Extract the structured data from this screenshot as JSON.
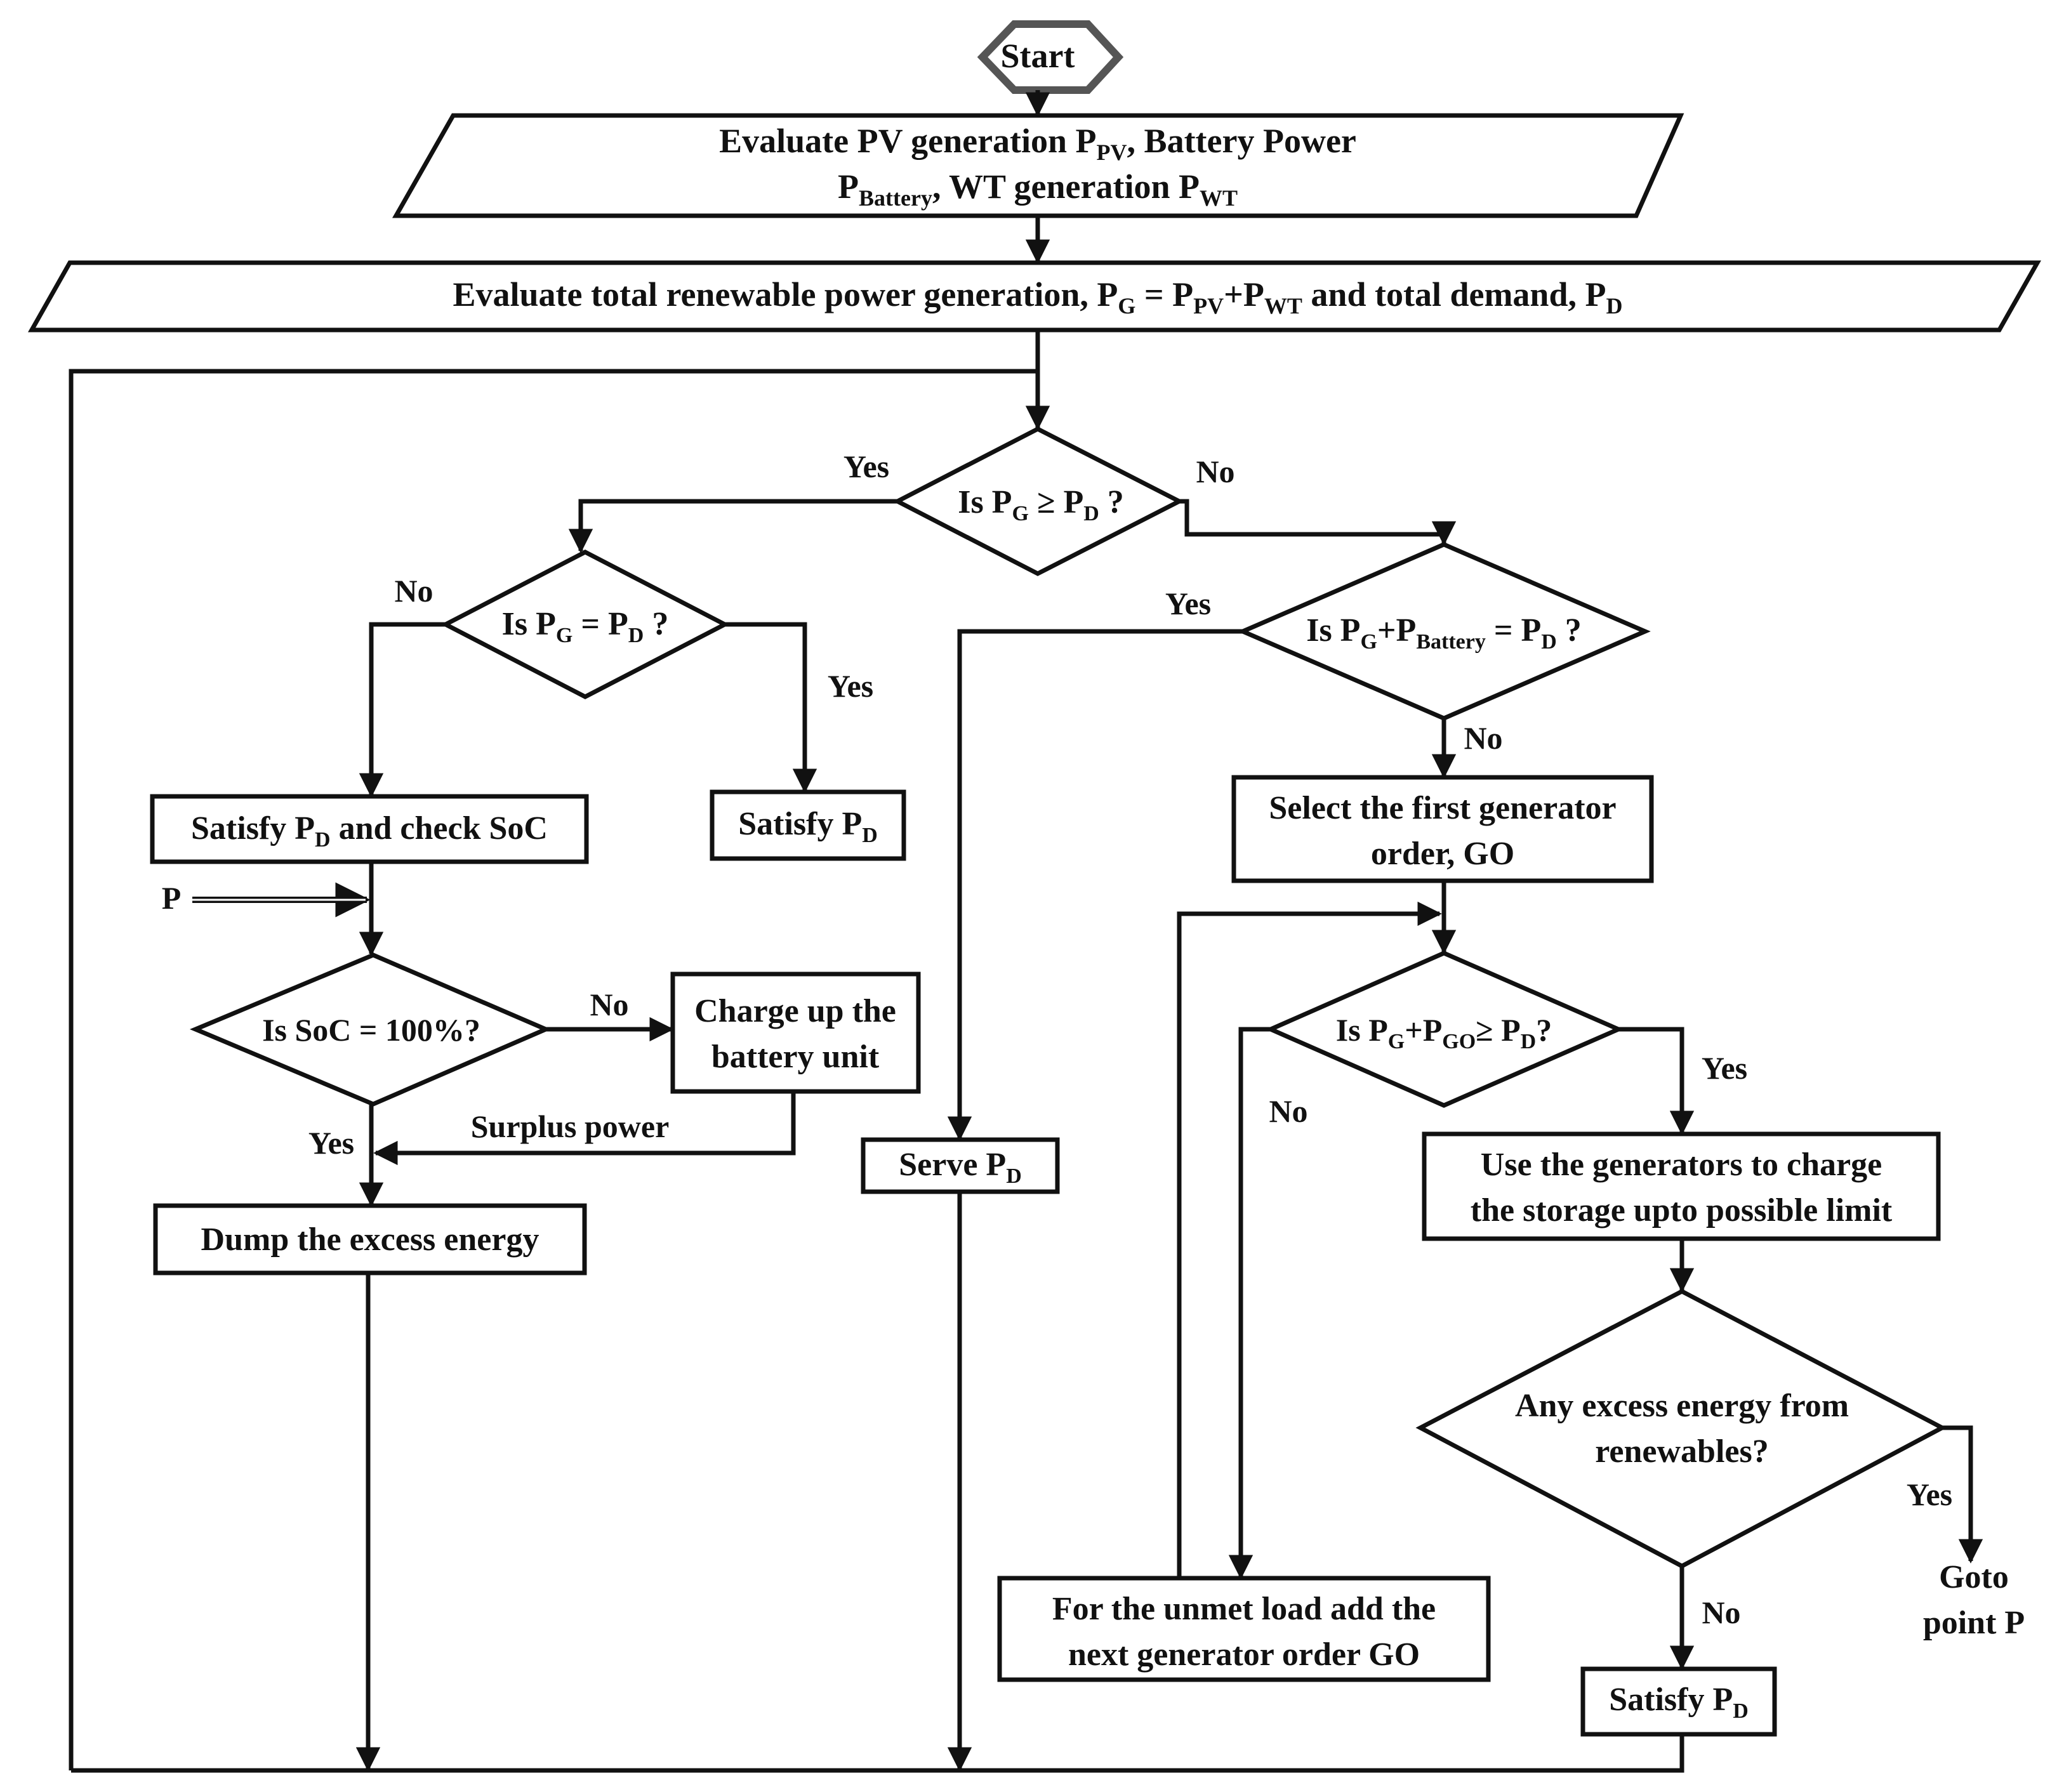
{
  "nodes": {
    "start": "Start",
    "eval_gen": {
      "l1a": "Evaluate PV generation P",
      "l1s": "PV",
      "l1b": ", Battery Power",
      "l2a": "P",
      "l2s": "Battery",
      "l2b": ", WT generation P",
      "l2s2": "WT"
    },
    "eval_total": {
      "a": "Evaluate total renewable power generation, P",
      "s1": "G",
      "b": " = P",
      "s2": "PV",
      "c": "+P",
      "s3": "WT",
      "d": " and total demand, P",
      "s4": "D"
    },
    "dec_ge": {
      "a": "Is P",
      "s1": "G",
      "b": " ≥ P",
      "s2": "D",
      "c": " ?"
    },
    "dec_eq": {
      "a": "Is P",
      "s1": "G",
      "b": " = P",
      "s2": "D",
      "c": " ?"
    },
    "dec_batt": {
      "a": "Is P",
      "s1": "G",
      "b": "+P",
      "s2": "Battery",
      "c": " = P",
      "s3": "D",
      "d": " ?"
    },
    "satisfy_check": {
      "a": "Satisfy P",
      "s1": "D",
      "b": " and check SoC"
    },
    "satisfy_1": {
      "a": "Satisfy P",
      "s1": "D"
    },
    "select_gen": {
      "l1": "Select the first generator",
      "l2": "order, GO"
    },
    "dec_soc": "Is SoC = 100%?",
    "charge_battery": {
      "l1": "Charge up the",
      "l2": "battery unit"
    },
    "dec_go": {
      "a": "Is P",
      "s1": "G",
      "b": "+P",
      "s2": "GO",
      "c": "≥ P",
      "s3": "D",
      "d": "?"
    },
    "serve": {
      "a": "Serve P",
      "s1": "D"
    },
    "use_generators": {
      "l1": "Use the generators to charge",
      "l2": "the storage upto possible limit"
    },
    "dump": "Dump the excess energy",
    "dec_excess": {
      "l1": "Any excess energy from",
      "l2": "renewables?"
    },
    "unmet": {
      "l1": "For the unmet load add the",
      "l2": "next generator order GO"
    },
    "satisfy_2": {
      "a": "Satisfy P",
      "s1": "D"
    },
    "goto": {
      "l1": "Goto",
      "l2": "point P"
    }
  },
  "labels": {
    "yes_ge": "Yes",
    "no_ge": "No",
    "no_eq": "No",
    "yes_eq": "Yes",
    "yes_batt": "Yes",
    "no_batt": "No",
    "point_p": "P",
    "no_soc": "No",
    "yes_soc": "Yes",
    "surplus": "Surplus power",
    "no_go": "No",
    "yes_go": "Yes",
    "yes_excess": "Yes",
    "no_excess": "No"
  }
}
